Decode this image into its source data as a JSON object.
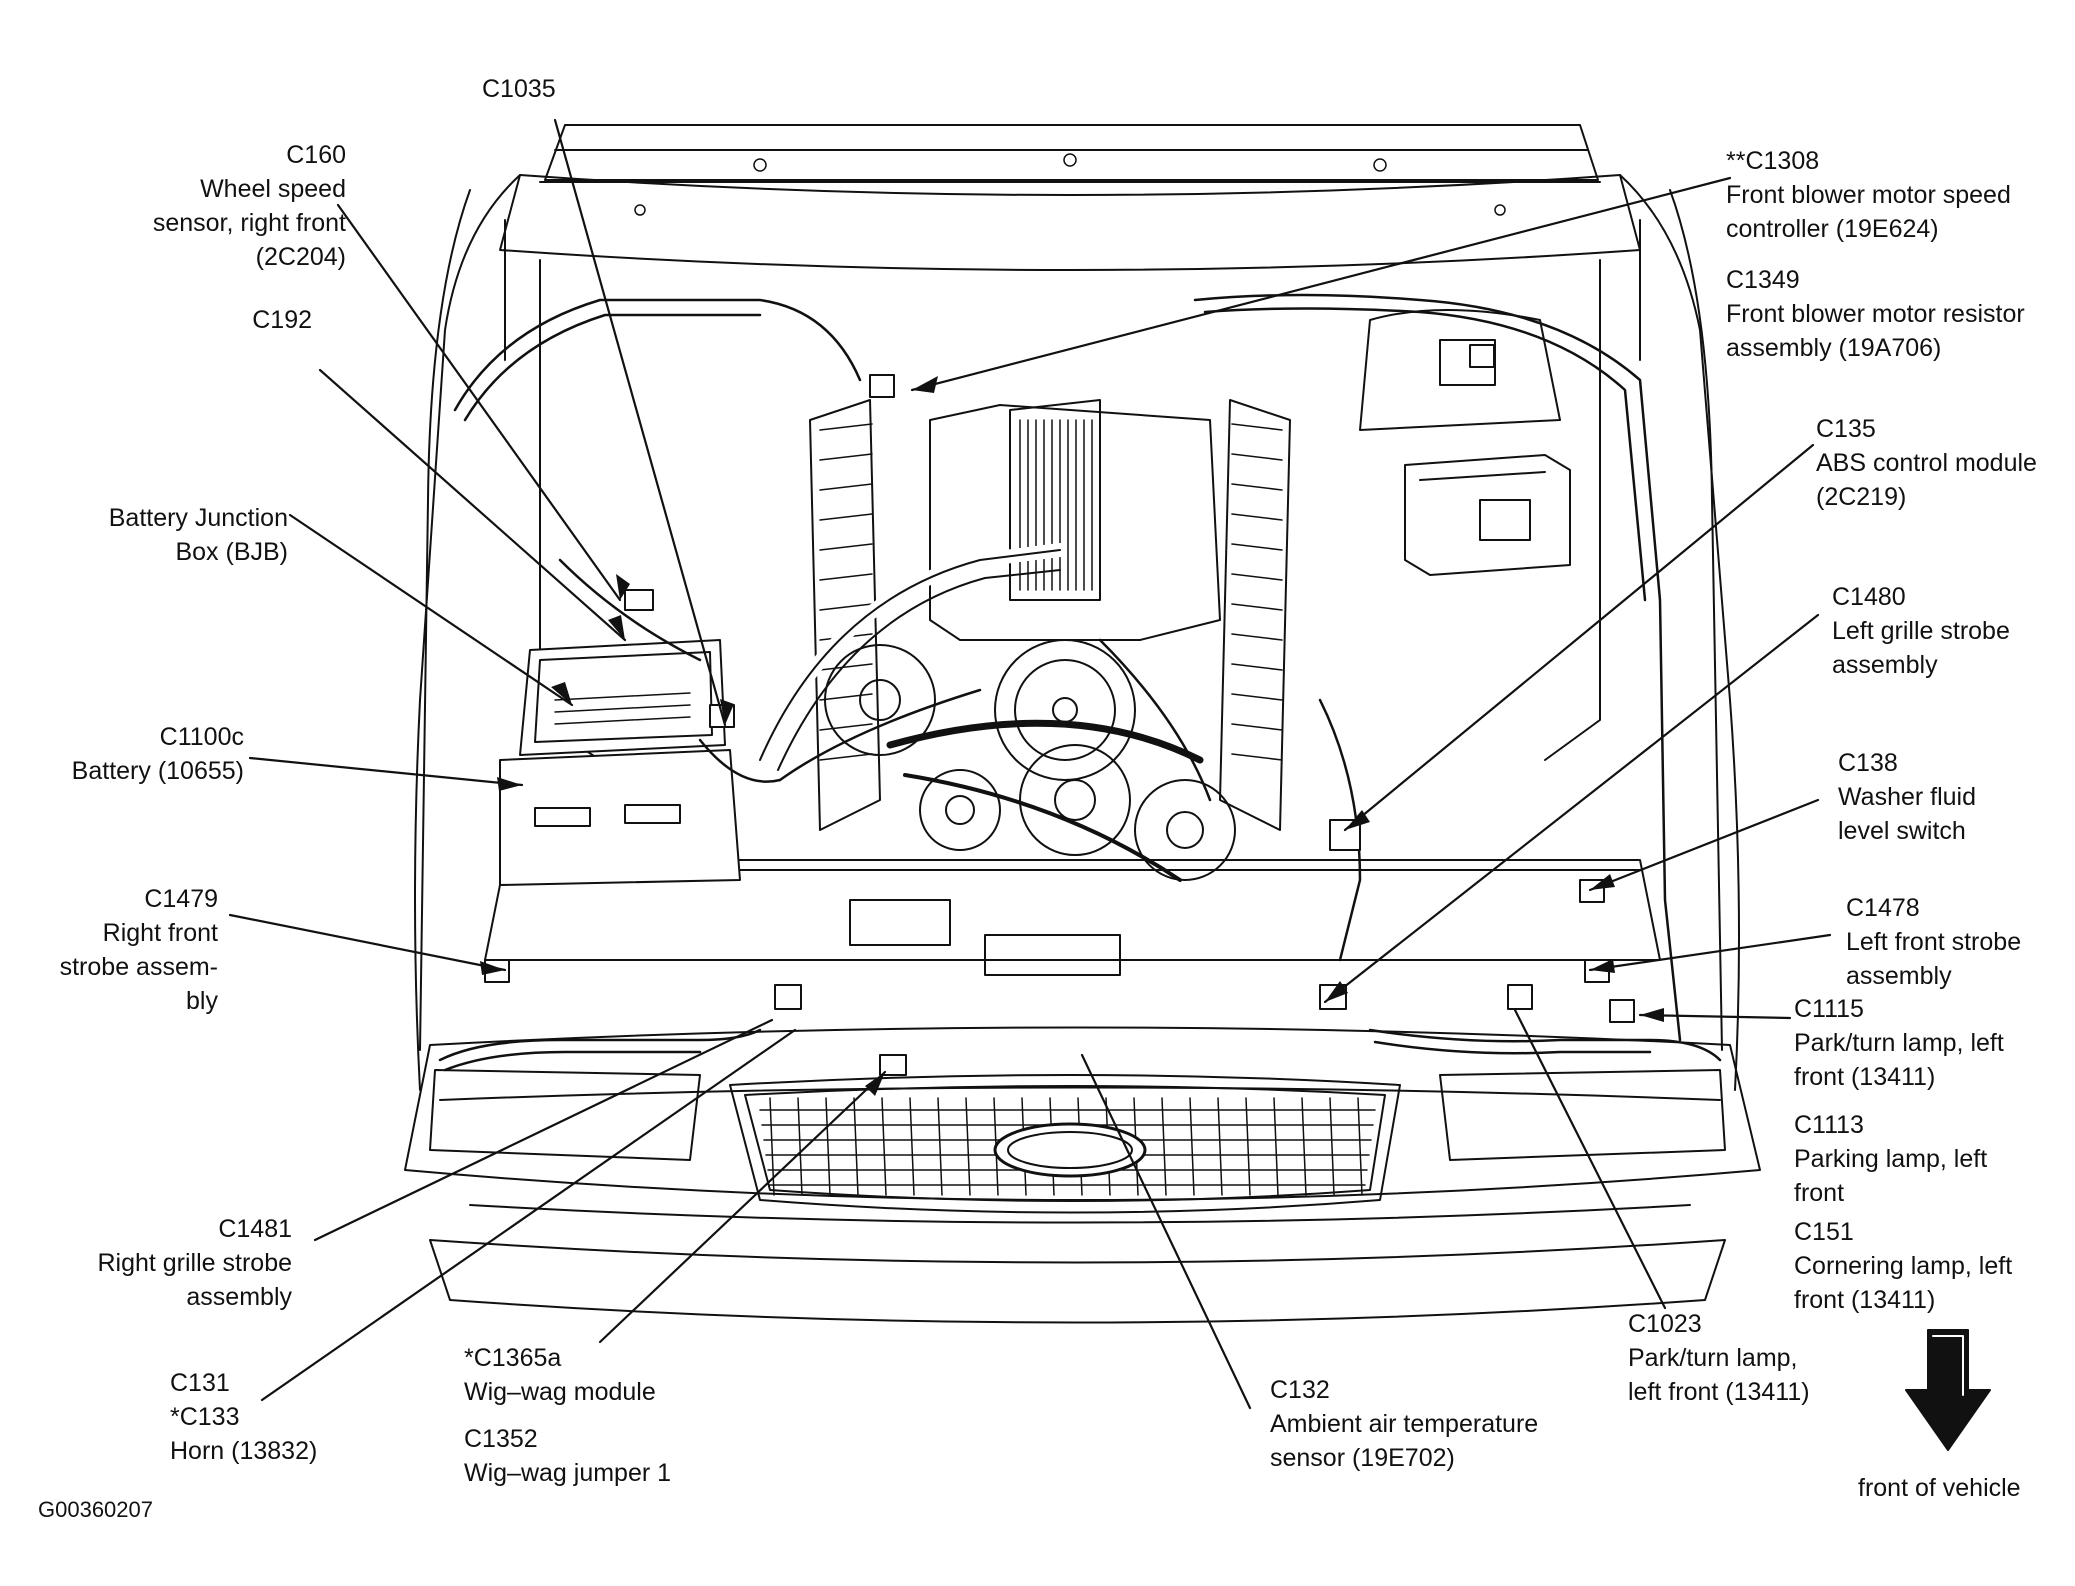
{
  "labels": {
    "c1035": {
      "lines": [
        "C1035"
      ]
    },
    "c160": {
      "lines": [
        "C160",
        "Wheel speed",
        "sensor, right front",
        "(2C204)"
      ]
    },
    "c192": {
      "lines": [
        "C192"
      ]
    },
    "bjb": {
      "lines": [
        "Battery Junction",
        "Box (BJB)"
      ]
    },
    "c1100c": {
      "lines": [
        "C1100c",
        "Battery (10655)"
      ]
    },
    "c1479": {
      "lines": [
        "C1479",
        "Right front",
        "strobe assem-",
        "bly"
      ]
    },
    "c1481": {
      "lines": [
        "C1481",
        "Right grille strobe",
        "assembly"
      ]
    },
    "c131": {
      "lines": [
        "C131",
        "*C133",
        "Horn (13832)"
      ]
    },
    "c1365a": {
      "lines": [
        "*C1365a",
        "Wig–wag module"
      ]
    },
    "c1352": {
      "lines": [
        "C1352",
        "Wig–wag jumper 1"
      ]
    },
    "c132": {
      "lines": [
        "C132",
        "Ambient air temperature",
        "sensor (19E702)"
      ]
    },
    "c1023": {
      "lines": [
        "C1023",
        "Park/turn lamp,",
        "left front (13411)"
      ]
    },
    "c1308": {
      "lines": [
        "**C1308",
        "Front blower motor speed",
        "controller (19E624)"
      ]
    },
    "c1349": {
      "lines": [
        "C1349",
        "Front blower motor resistor",
        "assembly (19A706)"
      ]
    },
    "c135": {
      "lines": [
        "C135",
        "ABS control module",
        "(2C219)"
      ]
    },
    "c1480": {
      "lines": [
        "C1480",
        "Left grille strobe",
        "assembly"
      ]
    },
    "c138": {
      "lines": [
        "C138",
        "Washer fluid",
        "level switch"
      ]
    },
    "c1478": {
      "lines": [
        "C1478",
        "Left front strobe",
        "assembly"
      ]
    },
    "c1115": {
      "lines": [
        "C1115",
        "Park/turn lamp, left",
        "front (13411)"
      ]
    },
    "c1113": {
      "lines": [
        "C1113",
        "Parking lamp, left",
        "front"
      ]
    },
    "c151": {
      "lines": [
        "C151",
        "Cornering lamp, left",
        "front (13411)"
      ]
    }
  },
  "figure_id": "G00360207",
  "front_label": "front of vehicle",
  "icons": {
    "arrow": "front-direction-arrow-icon"
  },
  "colors": {
    "ink": "#111111",
    "background": "#ffffff"
  }
}
